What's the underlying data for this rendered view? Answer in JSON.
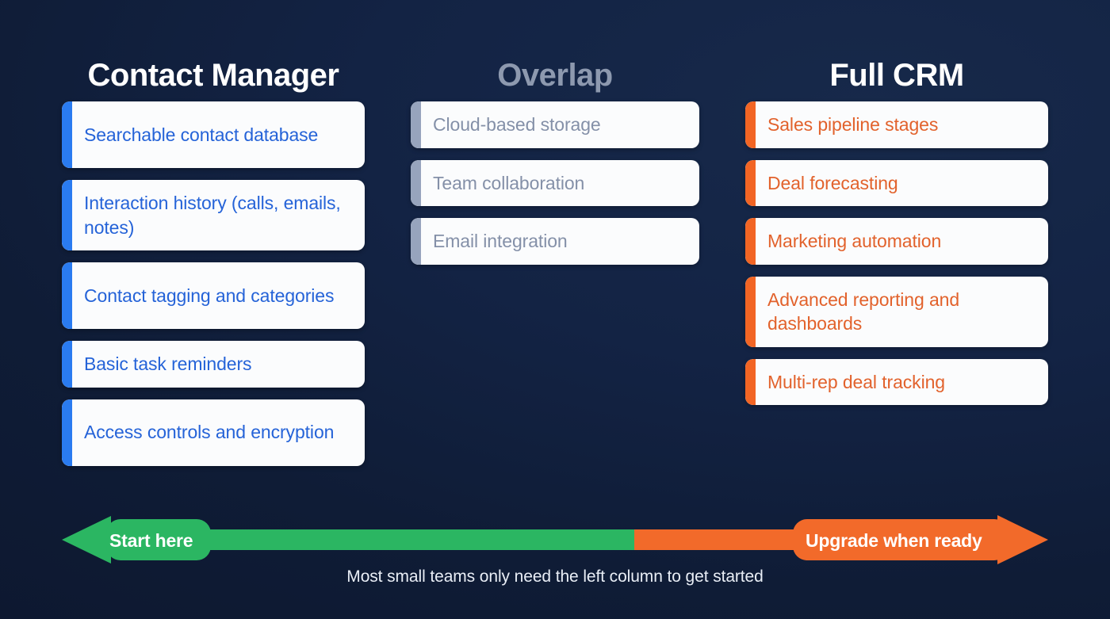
{
  "background_color": "#111f3a",
  "columns": [
    {
      "id": "contact-manager",
      "title": "Contact Manager",
      "accent_color": "#2a7bf0",
      "text_color": "#2563d8",
      "items": [
        "Searchable contact database",
        "Interaction history (calls, emails, notes)",
        "Contact tagging and categories",
        "Basic task reminders",
        "Access controls and encryption"
      ]
    },
    {
      "id": "overlap",
      "title": "Overlap",
      "accent_color": "#97a4bd",
      "text_color": "#8490a8",
      "items": [
        "Cloud-based storage",
        "Team collaboration",
        "Email integration"
      ]
    },
    {
      "id": "full-crm",
      "title": "Full CRM",
      "accent_color": "#f26524",
      "text_color": "#e2622c",
      "items": [
        "Sales pipeline stages",
        "Deal forecasting",
        "Marketing automation",
        "Advanced reporting and dashboards",
        "Multi-rep deal tracking"
      ]
    }
  ],
  "arrow_band": {
    "start_label": "Start here",
    "upgrade_label": "Upgrade when ready",
    "start_color": "#2bb662",
    "upgrade_color": "#f26a2a"
  },
  "caption": "Most small teams only need the left column to get started"
}
